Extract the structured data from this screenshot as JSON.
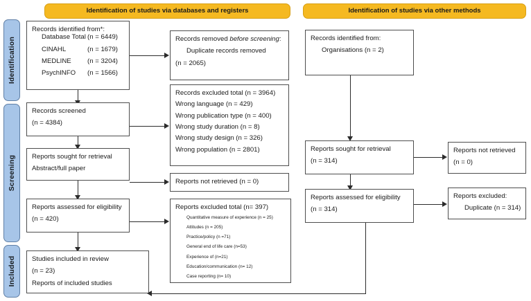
{
  "stages": [
    {
      "label": "Identification"
    },
    {
      "label": "Screening"
    },
    {
      "label": "Included"
    }
  ],
  "headers": {
    "left": "Identification of studies via databases and registers",
    "right": "Identification of studies via other methods"
  },
  "colors": {
    "stage_pill": "#a7c5e8",
    "section_header": "#f5b921",
    "box_border": "#4d4d4d",
    "connector": "#2b2b2b",
    "background": "#ffffff"
  },
  "left_column": {
    "identified": {
      "title": "Records identified from*:",
      "sources": [
        {
          "name": "Database Total",
          "count": "(n = 6449)"
        },
        {
          "name": "CINAHL",
          "count": "(n = 1679)"
        },
        {
          "name": "MEDLINE",
          "count": "(n = 3204)"
        },
        {
          "name": "PsychINFO",
          "count": "(n = 1566)"
        }
      ]
    },
    "removed": {
      "title_prefix": "Records removed ",
      "title_italic": "before screening",
      "title_suffix": ":",
      "line2": "Duplicate records removed",
      "line3": "(n =  2065)"
    },
    "screened": {
      "line1": "Records screened",
      "line2": "(n = 4384)"
    },
    "records_excluded": {
      "title": "Records excluded total (n = 3964)",
      "reasons": [
        "Wrong language (n = 429)",
        "Wrong publication type (n = 400)",
        "Wrong study duration (n = 8)",
        "Wrong study design (n = 326)",
        "Wrong population (n = 2801)"
      ]
    },
    "sought": {
      "line1": "Reports sought for retrieval",
      "line2": "Abstract/full paper"
    },
    "not_retrieved": {
      "line1": "Reports not retrieved (n = 0)"
    },
    "assessed": {
      "line1": "Reports assessed for eligibility",
      "line2": "(n = 420)"
    },
    "reports_excluded": {
      "title": "Reports excluded total (n= 397)",
      "reasons": [
        "Quantitative measure of experience (n = 25)",
        "Attitudes (n = 205)",
        "Practice/policy (n =71)",
        "General end of life care (n=53)",
        "Experience of (n=21)",
        "Education/communication (n= 12)",
        "Case reporting (n= 10)"
      ]
    },
    "included": {
      "line1": "Studies included in review",
      "line2": "(n = 23)",
      "line3": "Reports of included studies"
    }
  },
  "right_column": {
    "identified": {
      "title": "Records identified from:",
      "source": "Organisations (n =  2)"
    },
    "sought": {
      "line1": "Reports sought for retrieval",
      "line2": "(n = 314)"
    },
    "not_retrieved": {
      "line1": "Reports not retrieved",
      "line2": "(n = 0)"
    },
    "assessed": {
      "line1": "Reports assessed for eligibility",
      "line2": "(n = 314)"
    },
    "excluded": {
      "line1": "Reports excluded:",
      "line2": "Duplicate (n = 314)"
    }
  }
}
